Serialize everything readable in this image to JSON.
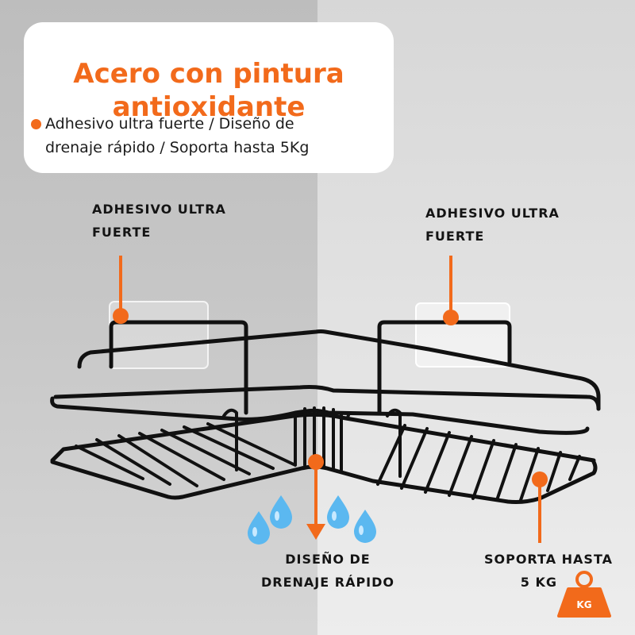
{
  "header": {
    "title_line1": "Acero con pintura",
    "title_line2": "antioxidante",
    "features_line1": "Adhesivo ultra fuerte / Diseño de",
    "features_line2": "drenaje rápido / Soporta hasta 5Kg"
  },
  "callouts": {
    "left_adhesive": {
      "line1": "ADHESIVO ULTRA",
      "line2": "FUERTE"
    },
    "right_adhesive": {
      "line1": "ADHESIVO ULTRA",
      "line2": "FUERTE"
    },
    "drainage": {
      "line1": "DISEÑO DE",
      "line2": "DRENAJE RÁPIDO"
    },
    "capacity": {
      "line1": "SOPORTA HASTA",
      "line2": "5 KG"
    }
  },
  "weight_badge": {
    "text": "KG",
    "icon": "weight-icon"
  },
  "colors": {
    "accent": "#f26a1b",
    "water": "#5bb8f0",
    "rack": "#111111"
  }
}
